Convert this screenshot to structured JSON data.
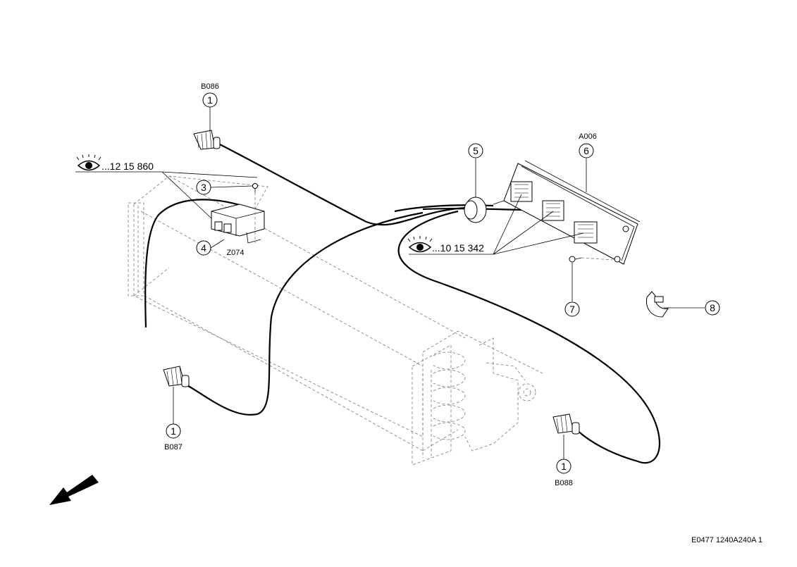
{
  "callouts": [
    {
      "id": "c1a",
      "number": "1",
      "code": "B086"
    },
    {
      "id": "c1b",
      "number": "1",
      "code": "B087"
    },
    {
      "id": "c1c",
      "number": "1",
      "code": "B088"
    },
    {
      "id": "c3",
      "number": "3"
    },
    {
      "id": "c4",
      "number": "4",
      "code": "Z074"
    },
    {
      "id": "c5",
      "number": "5"
    },
    {
      "id": "c6",
      "number": "6",
      "code": "A006"
    },
    {
      "id": "c7",
      "number": "7"
    },
    {
      "id": "c8",
      "number": "8"
    }
  ],
  "references": [
    {
      "id": "ref1",
      "icon": "eye-icon",
      "text": "...12 15 860"
    },
    {
      "id": "ref2",
      "icon": "eye-icon",
      "text": "...10 15 342"
    }
  ],
  "direction_arrow": "arrow-icon",
  "drawing_number": "E0477 1240A240A 1"
}
